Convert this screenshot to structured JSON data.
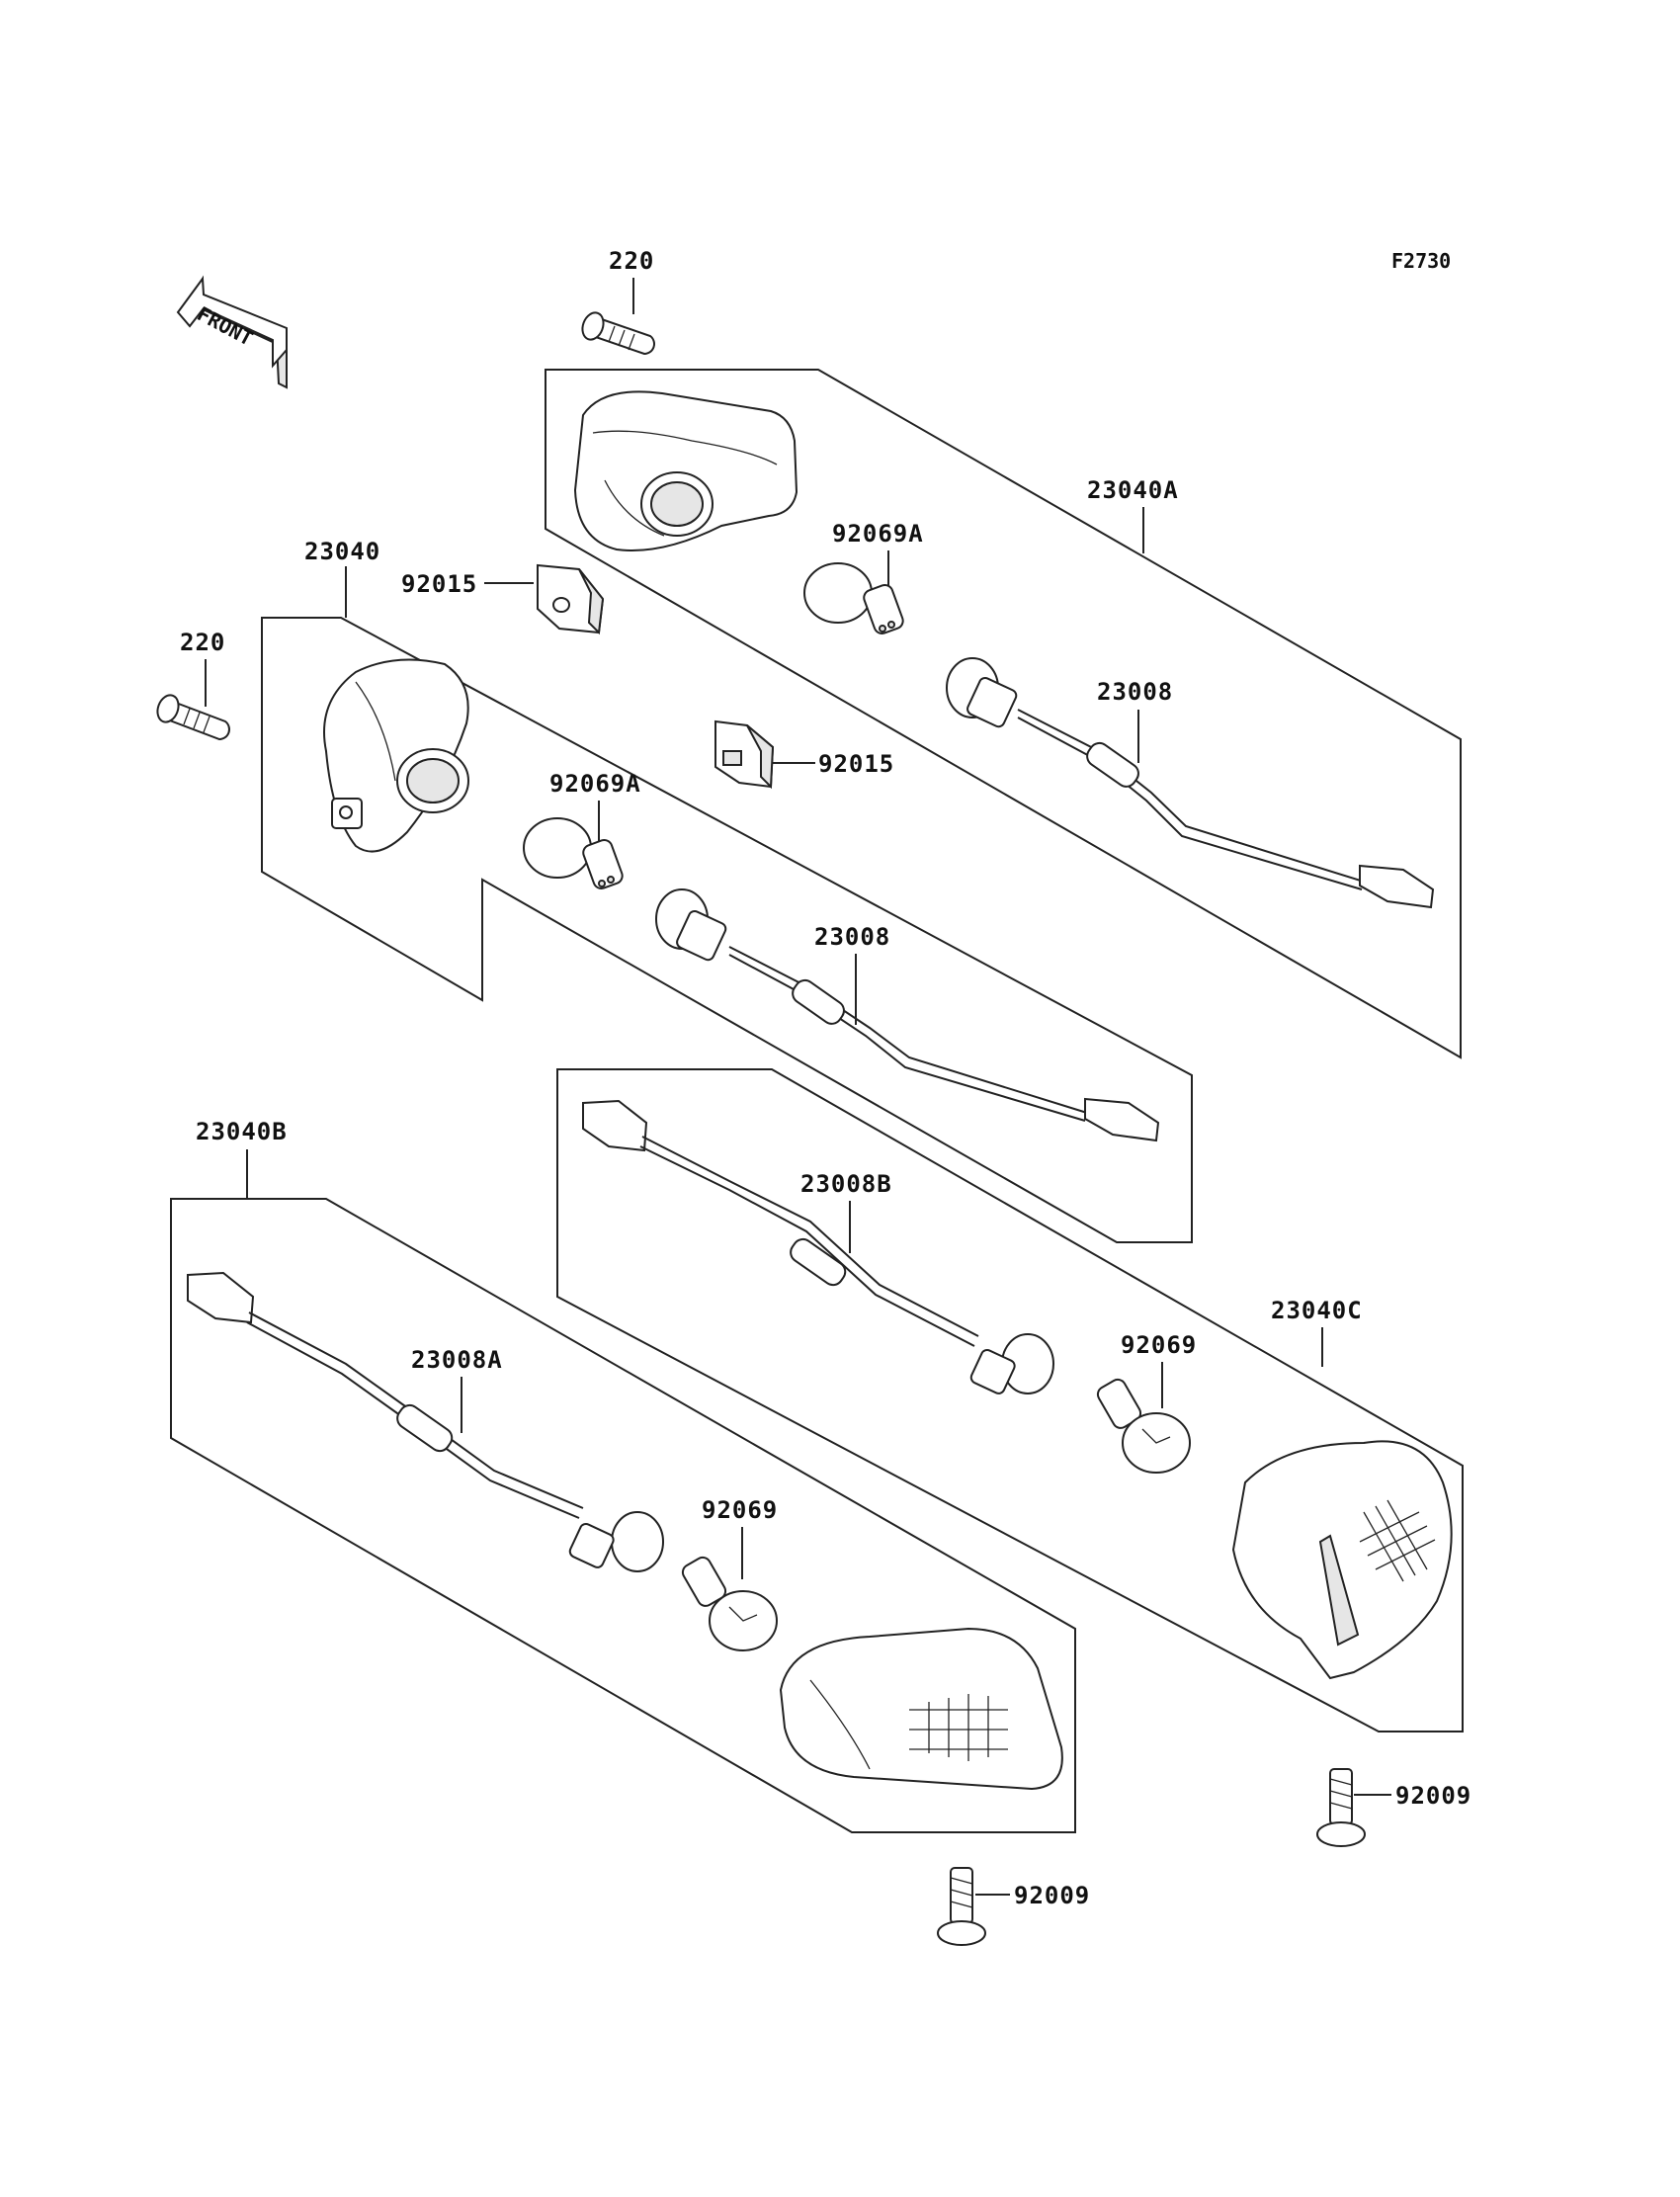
{
  "diagram_code": "F2730",
  "front_label": "FRONT",
  "labels": {
    "screw_top": "220",
    "screw_left": "220",
    "clip_upper": "92015",
    "clip_lower": "92015",
    "lamp_23040": "23040",
    "lamp_23040A": "23040A",
    "lamp_23040B": "23040B",
    "lamp_23040C": "23040C",
    "bulb_92069A_upper": "92069A",
    "bulb_92069A_lower": "92069A",
    "socket_23008_upper": "23008",
    "socket_23008_lower": "23008",
    "socket_23008A": "23008A",
    "socket_23008B": "23008B",
    "bulb_92069_right": "92069",
    "bulb_92069_left": "92069",
    "screw_92009_right": "92009",
    "screw_92009_bottom": "92009"
  }
}
